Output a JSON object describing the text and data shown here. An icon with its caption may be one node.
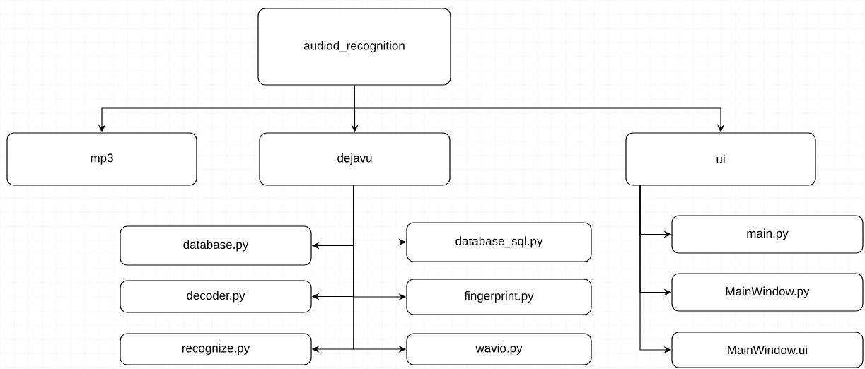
{
  "diagram": {
    "nodes": [
      {
        "text": [
          "audiod_recognition"
        ]
      },
      {
        "text": [
          "mp3"
        ]
      },
      {
        "text": [
          "dejavu"
        ]
      },
      {
        "text": [
          "ui"
        ]
      },
      {
        "text": [
          "database.py"
        ]
      },
      {
        "text": [
          "database_sql.py"
        ]
      },
      {
        "text": [
          "decoder.py"
        ]
      },
      {
        "text": [
          "fingerprint.py"
        ]
      },
      {
        "text": [
          "recognize.py"
        ]
      },
      {
        "text": [
          "wavio.py"
        ]
      },
      {
        "text": [
          "main.py"
        ]
      },
      {
        "text": [
          "MainWindow.py"
        ]
      },
      {
        "text": [
          "MainWindow.ui"
        ]
      }
    ],
    "edges": [
      {
        "from": 0,
        "to": 1,
        "arrow": "to"
      },
      {
        "from": 0,
        "to": 2,
        "arrow": "to"
      },
      {
        "from": 0,
        "to": 3,
        "arrow": "to"
      },
      {
        "from": 2,
        "to": 4,
        "arrow": "to"
      },
      {
        "from": 2,
        "to": 5,
        "arrow": "to"
      },
      {
        "from": 2,
        "to": 6,
        "arrow": "to"
      },
      {
        "from": 2,
        "to": 7,
        "arrow": "to"
      },
      {
        "from": 2,
        "to": 8,
        "arrow": "to"
      },
      {
        "from": 2,
        "to": 9,
        "arrow": "to"
      },
      {
        "from": 3,
        "to": 10,
        "arrow": "to"
      },
      {
        "from": 3,
        "to": 11,
        "arrow": "to"
      },
      {
        "from": 3,
        "to": 12,
        "arrow": "to"
      }
    ]
  }
}
